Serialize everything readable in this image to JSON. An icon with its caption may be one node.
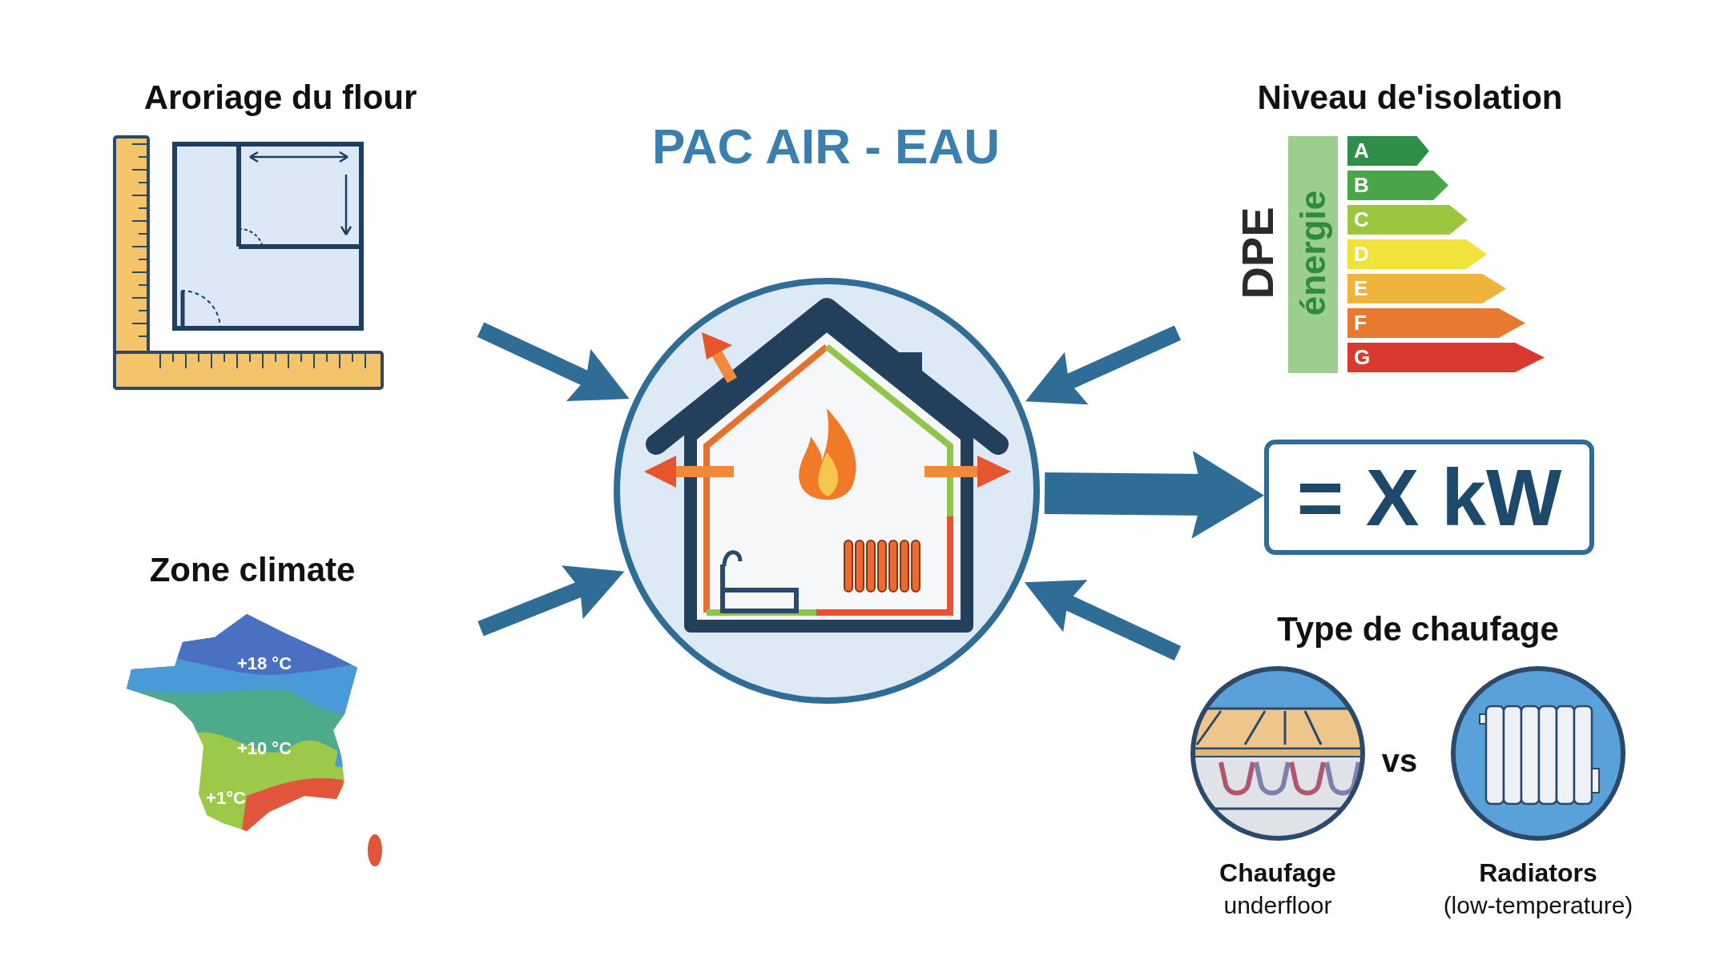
{
  "diagram": {
    "title": "PAC AIR - EAU",
    "nodes": [
      {
        "text": [
          "Aroriage du flour"
        ]
      },
      {
        "text": [
          "Zone climate",
          "+18 °C",
          "+10 °C",
          "+1°C"
        ]
      },
      {
        "text": [],
        "shape": "picture"
      },
      {
        "text": [
          "Niveau de'isolation",
          "DPE",
          "énergie",
          "A",
          "B",
          "C",
          "D",
          "E",
          "F",
          "G"
        ]
      },
      {
        "text": [
          "= X kW"
        ]
      },
      {
        "text": [
          "Type de chaufage",
          "vs"
        ]
      },
      {
        "text": [
          "Chaufage",
          "underfloor"
        ],
        "in": 5
      },
      {
        "text": [
          "Radiators",
          "(low-temperature)"
        ],
        "in": 5
      }
    ],
    "edges": [
      {
        "from": 0,
        "to": 2,
        "arrow": "to"
      },
      {
        "from": 1,
        "to": 2,
        "arrow": "to"
      },
      {
        "from": 3,
        "to": 2,
        "arrow": "to"
      },
      {
        "from": 5,
        "to": 2,
        "arrow": "to"
      },
      {
        "from": 2,
        "to": 4,
        "arrow": "to",
        "style": "thick"
      }
    ]
  }
}
